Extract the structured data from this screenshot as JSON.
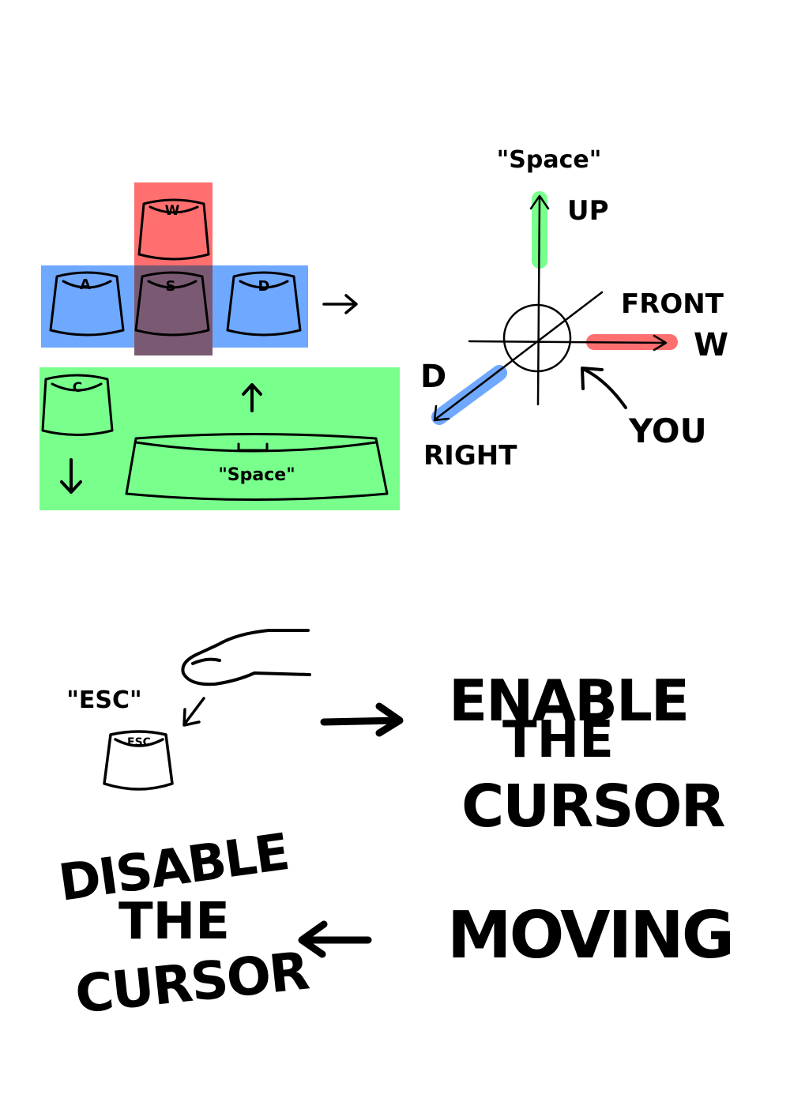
{
  "colors": {
    "red": "#ff6f6f",
    "blue": "#6fa8ff",
    "green": "#78ff8c",
    "overlap": "#7a5a72",
    "ink": "#000000",
    "background": "#ffffff"
  },
  "keys": {
    "w": "W",
    "a": "A",
    "s": "S",
    "d": "D",
    "c": "C",
    "space_caption": "\"Space\"",
    "esc_cap": "ESC"
  },
  "axes": {
    "space_label": "\"Space\"",
    "up_label": "UP",
    "front_label": "FRONT",
    "w_label": "W",
    "d_label": "D",
    "right_label": "RIGHT",
    "you_label": "YOU"
  },
  "esc_section": {
    "esc_label": "\"ESC\"",
    "enable_line1": "ENABLE",
    "enable_line2": "THE",
    "enable_line3": "CURSOR",
    "disable_line1": "DISABLE",
    "disable_line2": "THE",
    "disable_line3": "CURSOR",
    "moving": "MOVING"
  },
  "icons": [
    "arrow-right-icon",
    "arrow-up-icon",
    "arrow-down-icon",
    "finger-icon",
    "keycap-icon"
  ]
}
